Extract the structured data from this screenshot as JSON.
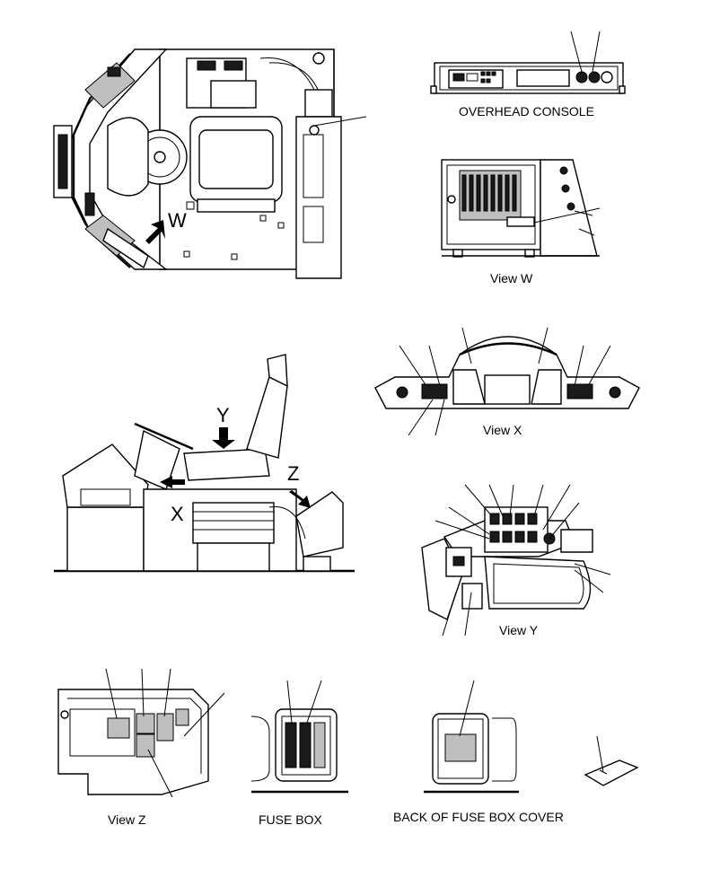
{
  "views": {
    "overhead_console": "OVERHEAD CONSOLE",
    "view_w": "View W",
    "view_x": "View X",
    "view_y": "View Y",
    "view_z": "View Z",
    "fuse_box": "FUSE BOX",
    "back_of_fuse_box_cover": "BACK OF FUSE BOX COVER"
  },
  "arrows": {
    "w": "W",
    "x": "X",
    "y": "Y",
    "z": "Z"
  }
}
